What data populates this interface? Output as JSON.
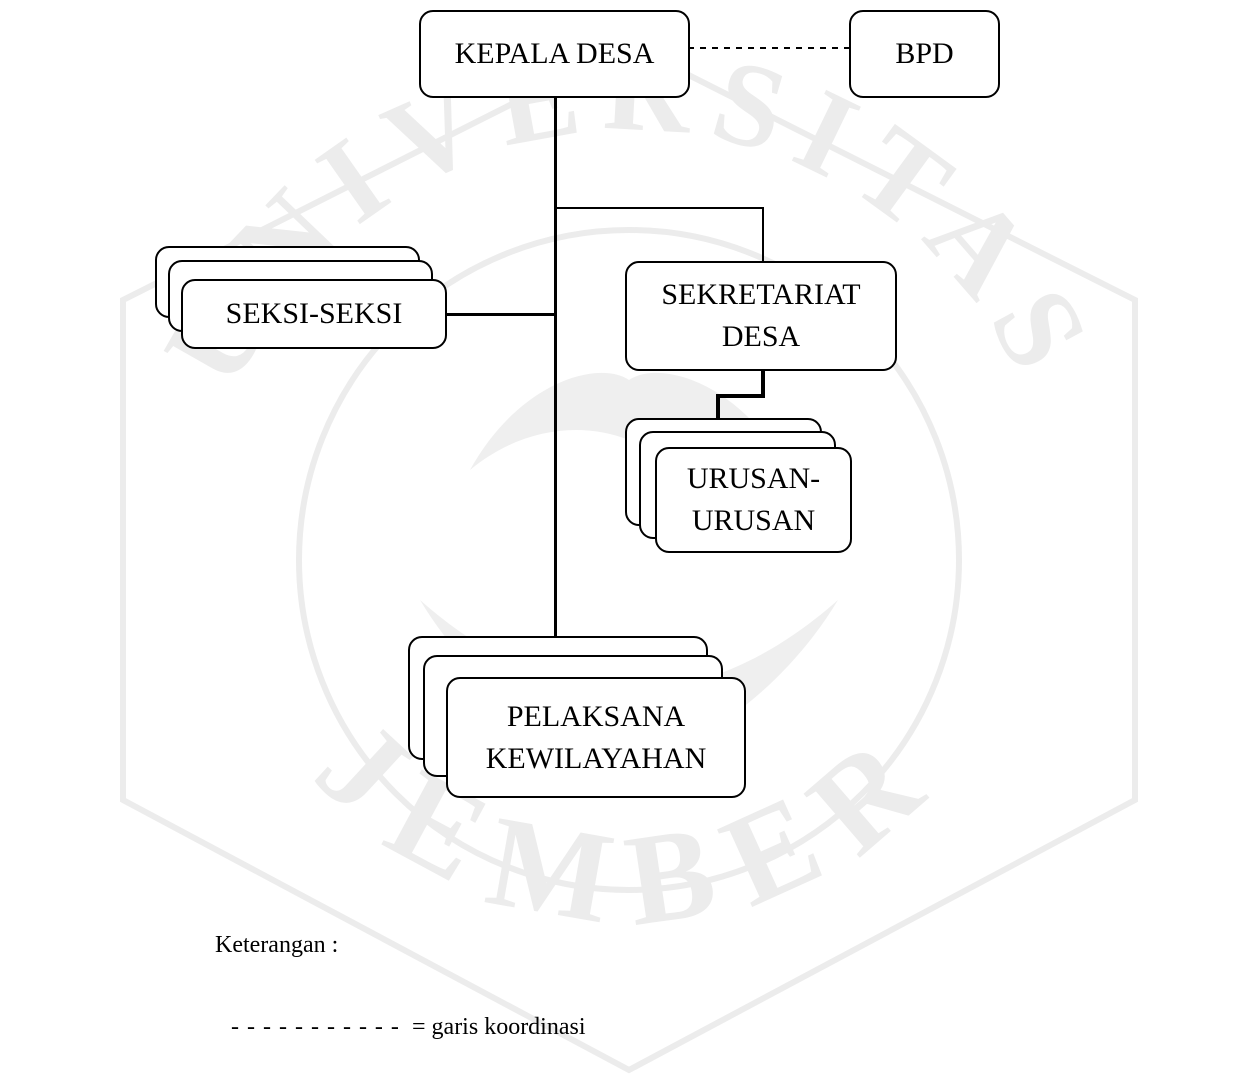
{
  "diagram": {
    "nodes": {
      "kepala_desa": "KEPALA DESA",
      "bpd": "BPD",
      "seksi": "SEKSI-SEKSI",
      "sekretariat_line1": "SEKRETARIAT",
      "sekretariat_line2": "DESA",
      "urusan_line1": "URUSAN-",
      "urusan_line2": "URUSAN",
      "pelaksana_line1": "PELAKSANA",
      "pelaksana_line2": "KEWILAYAHAN"
    },
    "legend": {
      "title": "Keterangan :",
      "dash_sample": "- - - - - - - - - - -",
      "description": "= garis koordinasi"
    }
  },
  "watermark": {
    "text_top": "UNIVERSITAS",
    "text_bottom": "JEMBER",
    "color": "#e8e8e8"
  }
}
